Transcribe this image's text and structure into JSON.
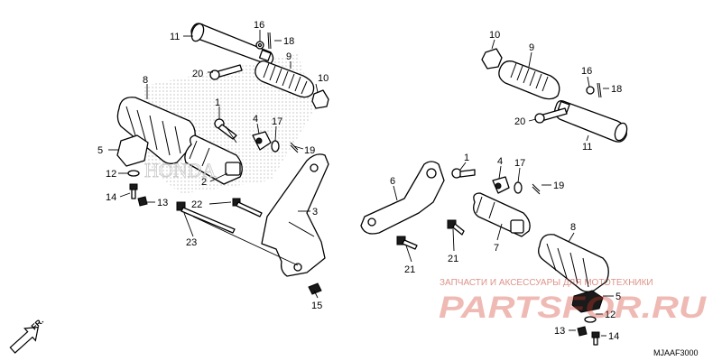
{
  "callouts": {
    "c11a": "11",
    "c16a": "16",
    "c18a": "18",
    "c9a": "9",
    "c20a": "20",
    "c10a": "10",
    "c8a": "8",
    "c1a": "1",
    "c4a": "4",
    "c17a": "17",
    "c19a": "19",
    "c5a": "5",
    "c12a": "12",
    "c2a": "2",
    "c14a": "14",
    "c13a": "13",
    "c22": "22",
    "c3": "3",
    "c23": "23",
    "c15": "15",
    "c10b": "10",
    "c9b": "9",
    "c16b": "16",
    "c18b": "18",
    "c20b": "20",
    "c11b": "11",
    "c1b": "1",
    "c4b": "4",
    "c17b": "17",
    "c19b": "19",
    "c6": "6",
    "c7": "7",
    "c8b": "8",
    "c21a": "21",
    "c21b": "21",
    "c5b": "5",
    "c12b": "12",
    "c13b": "13",
    "c14b": "14"
  },
  "front_marker": "FR.",
  "diagram_code": "MJAAF3000",
  "watermark": {
    "text": "ЗАПЧАСТИ И АКСЕССУАРЫ ДЛЯ МОТОТЕХНИКИ",
    "logo": "PARTSFOR.RU"
  },
  "colors": {
    "line": "#000000",
    "watermark": "#d23a2b"
  }
}
